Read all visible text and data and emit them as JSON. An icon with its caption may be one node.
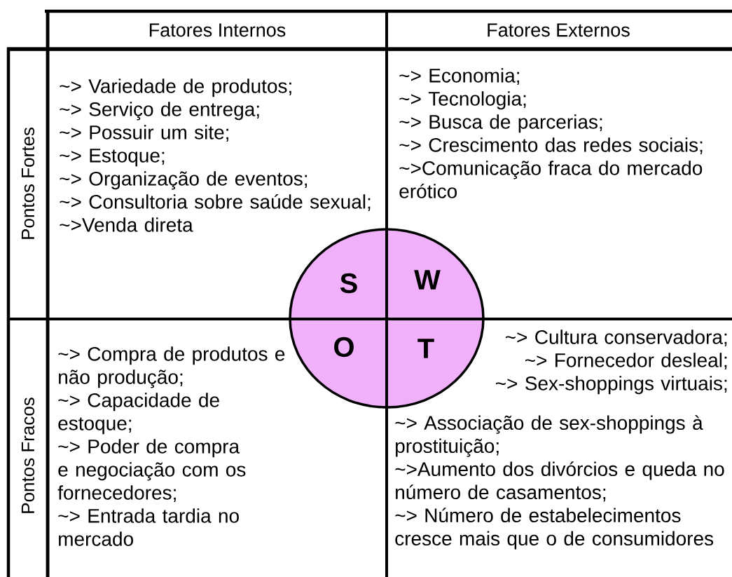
{
  "diagram": {
    "nodes": [
      {
        "text": [
          "Fatores Internos"
        ]
      },
      {
        "text": [
          "Fatores Externos"
        ]
      },
      {
        "text": [
          "Pontos Fortes"
        ]
      },
      {
        "text": [
          "~> Variedade de produtos;",
          "~> Serviço de entrega;",
          "~> Possuir um site;",
          "~> Estoque;",
          "~> Organização de eventos;",
          "~> Consultoria sobre saúde sexual;",
          "~>Venda direta"
        ]
      },
      {
        "text": [
          "~> Economia;",
          "~> Tecnologia;",
          "~> Busca de parcerias;",
          "~> Crescimento das redes sociais;",
          "~>Comunicação fraca do mercado erótico"
        ]
      },
      {
        "text": [
          "Pontos Fracos"
        ]
      },
      {
        "text": [
          "~> Compra de produtos e não produção;",
          "~> Capacidade de estoque;",
          "~> Poder de compra e negociação com os fornecedores;",
          "~> Entrada tardia no mercado"
        ]
      },
      {
        "text": [
          "~> Cultura conservadora;",
          "~> Fornecedor desleal;",
          "~> Sex-shoppings virtuais;"
        ]
      },
      {
        "text": [
          "~> Associação de sex-shoppings à prostituição;",
          "~>Aumento dos divórcios e queda no número de casamentos;",
          "~> Número de estabelecimentos cresce mais que o de consumidores"
        ]
      },
      {
        "text": [
          "S",
          "W",
          "O",
          "T"
        ]
      }
    ]
  }
}
